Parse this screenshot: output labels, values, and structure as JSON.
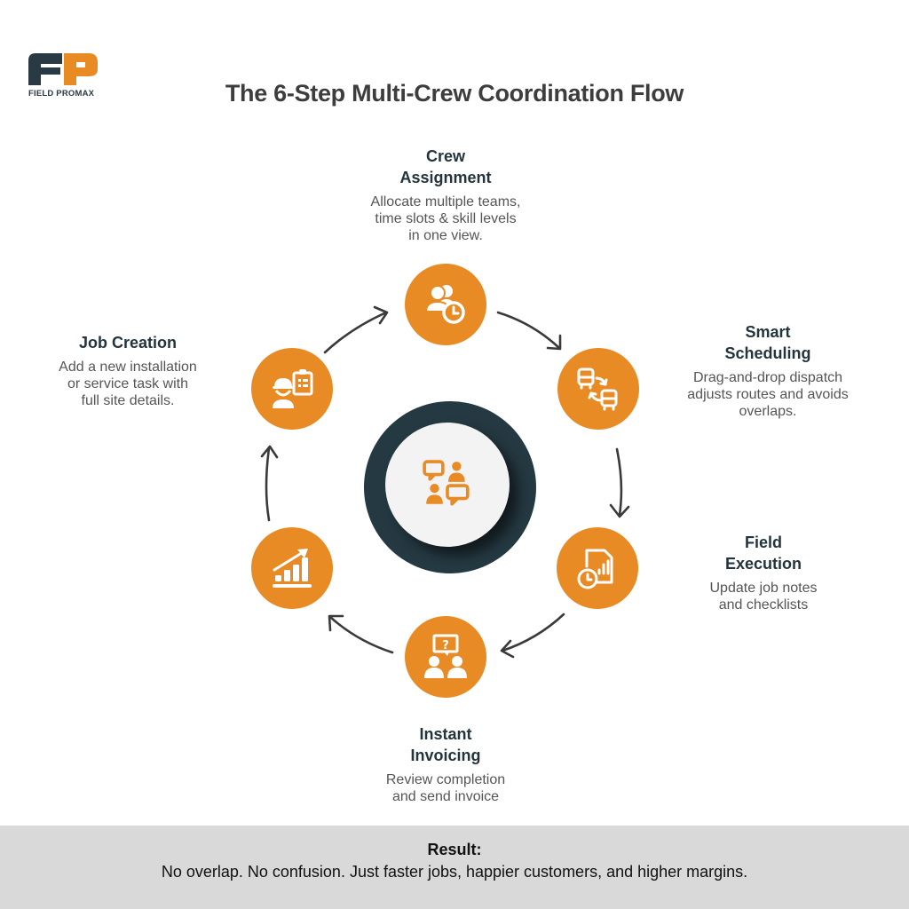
{
  "brand": {
    "name": "FIELD PROMAX",
    "logo_letters": "FP",
    "colors": {
      "dark": "#2a3a44",
      "orange": "#e88b25"
    }
  },
  "title": "The 6-Step Multi-Crew Coordination Flow",
  "colors": {
    "node_fill": "#e88b25",
    "hub_ring": "#253942",
    "hub_center": "#f3f3f3",
    "heading_text": "#23343d",
    "body_text": "#555555",
    "footer_bg": "#d9d9d9"
  },
  "hub": {
    "icon": "team-discussion-icon"
  },
  "steps": [
    {
      "title_line1": "Crew",
      "title_line2": "Assignment",
      "desc": [
        "Allocate multiple teams,",
        "time slots & skill levels",
        "in one view."
      ],
      "icon": "team-clock-icon"
    },
    {
      "title_line1": "Smart",
      "title_line2": "Scheduling",
      "desc": [
        "Drag-and-drop dispatch",
        "adjusts routes and avoids",
        "overlaps."
      ],
      "icon": "bus-swap-icon"
    },
    {
      "title_line1": "Field",
      "title_line2": "Execution",
      "desc": [
        "Update job notes",
        "and checklists"
      ],
      "icon": "report-clock-icon"
    },
    {
      "title_line1": "Instant",
      "title_line2": "Invoicing",
      "desc": [
        "Review completion",
        "and send invoice"
      ],
      "icon": "people-question-icon"
    },
    {
      "title_line1": "",
      "title_line2": "",
      "desc": [],
      "icon": "growth-chart-icon"
    },
    {
      "title_line1": "Job Creation",
      "title_line2": "",
      "desc": [
        "Add a new installation",
        "or service task with",
        "full site details."
      ],
      "icon": "worker-clipboard-icon"
    }
  ],
  "result": {
    "label": "Result:",
    "text": "No overlap. No confusion. Just faster jobs, happier customers, and higher margins."
  }
}
